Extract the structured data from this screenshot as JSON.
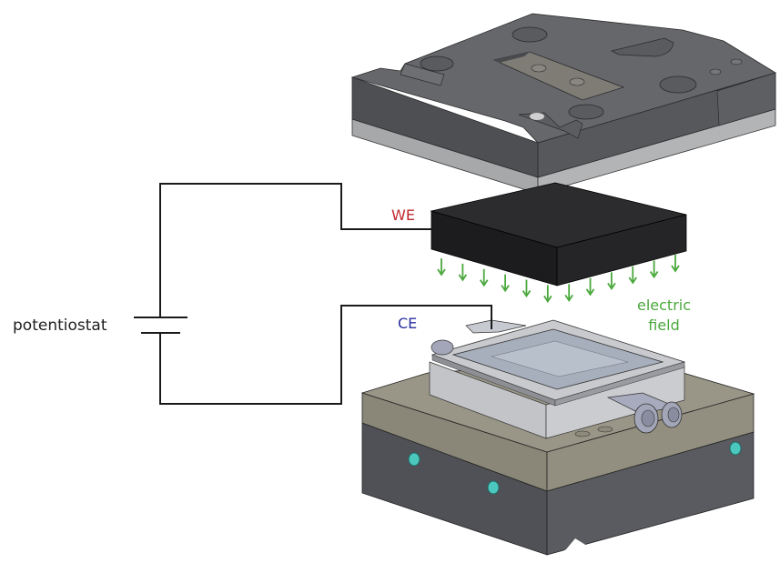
{
  "diagram": {
    "title": "Electrochemical cell with potentiostat circuit (exploded view)",
    "labels": {
      "potentiostat": "potentiostat",
      "working_electrode": "WE",
      "counter_electrode": "CE",
      "field_line1": "electric",
      "field_line2": "field"
    },
    "colors": {
      "we_label": "#c0282d",
      "ce_label": "#2a2f9e",
      "field": "#4aa83c",
      "wire": "#1a1a1a",
      "top_plate": "#5b5c60",
      "top_plate_base": "#a7a8aa",
      "electrode_block": "#222224",
      "cell_frame": "#c9cace",
      "cell_window": "#9ea6b3",
      "base_top": "#8f8b7d",
      "base_bottom": "#56575c",
      "screw": "#4cc7bd",
      "fitting": "#a3a6b8"
    },
    "field_arrow_count": 12,
    "components": [
      "top-clamp-plate",
      "working-electrode-block",
      "electrolyte-cell",
      "base-block",
      "potentiostat-circuit"
    ]
  }
}
